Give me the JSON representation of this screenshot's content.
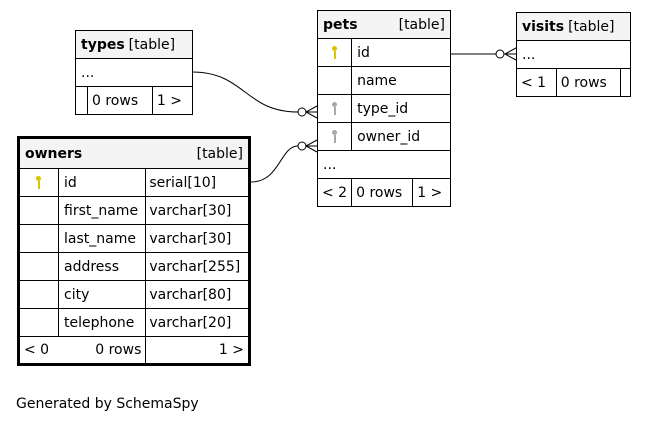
{
  "types": {
    "name": "types",
    "tag": "[table]",
    "rows": [
      "..."
    ],
    "footer": {
      "prev": "",
      "rows": "0 rows",
      "next": "1 >"
    }
  },
  "pets": {
    "name": "pets",
    "tag": "[table]",
    "columns": [
      {
        "name": "id",
        "key": "pk"
      },
      {
        "name": "name",
        "key": ""
      },
      {
        "name": "type_id",
        "key": "fk"
      },
      {
        "name": "owner_id",
        "key": "fk"
      }
    ],
    "more": "...",
    "footer": {
      "prev": "< 2",
      "rows": "0 rows",
      "next": "1 >"
    }
  },
  "visits": {
    "name": "visits",
    "tag": "[table]",
    "rows": [
      "..."
    ],
    "footer": {
      "prev": "< 1",
      "rows": "0 rows",
      "next": ""
    }
  },
  "owners": {
    "name": "owners",
    "tag": "[table]",
    "columns": [
      {
        "name": "id",
        "type": "serial[10]",
        "key": "pk"
      },
      {
        "name": "first_name",
        "type": "varchar[30]",
        "key": ""
      },
      {
        "name": "last_name",
        "type": "varchar[30]",
        "key": ""
      },
      {
        "name": "address",
        "type": "varchar[255]",
        "key": ""
      },
      {
        "name": "city",
        "type": "varchar[80]",
        "key": ""
      },
      {
        "name": "telephone",
        "type": "varchar[20]",
        "key": ""
      }
    ],
    "footer": {
      "prev": "< 0",
      "rows": "0 rows",
      "next": "1 >"
    }
  },
  "credit": "Generated by SchemaSpy",
  "colors": {
    "primary_key": "#d9c400",
    "foreign_key": "#a8a8a8",
    "header_bg": "#f4f4f4"
  }
}
